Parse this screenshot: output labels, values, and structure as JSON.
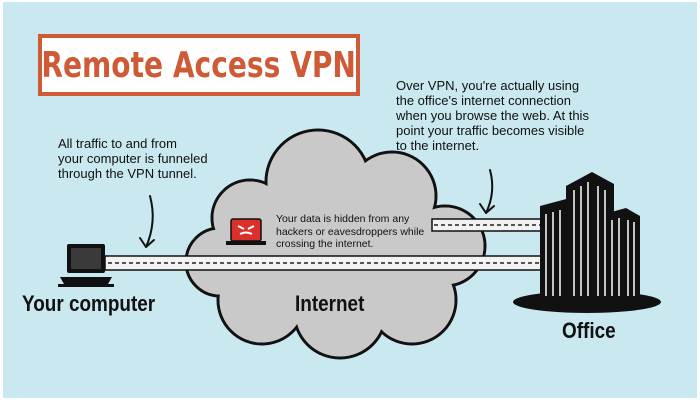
{
  "title": "Remote Access VPN",
  "notes": {
    "funnel": [
      "All traffic to and from",
      "your computer is funneled",
      "through the VPN tunnel."
    ],
    "office_connection": [
      "Over VPN, you're actually using",
      "the office's internet connection",
      "when you browse the web. At this",
      "point your traffic becomes visible",
      "to the internet."
    ],
    "hidden": [
      "Your data is hidden from any",
      "hackers or eavesdroppers while",
      "crossing the internet."
    ]
  },
  "labels": {
    "computer": "Your computer",
    "internet": "Internet",
    "office": "Office"
  },
  "icons": {
    "computer": "laptop-icon",
    "hacker": "hacker-mask-icon",
    "office": "office-buildings-icon"
  },
  "colors": {
    "background": "#c9e8f0",
    "accent": "#cf5a36",
    "cloud": "#c8c8c8",
    "ink": "#111111"
  }
}
